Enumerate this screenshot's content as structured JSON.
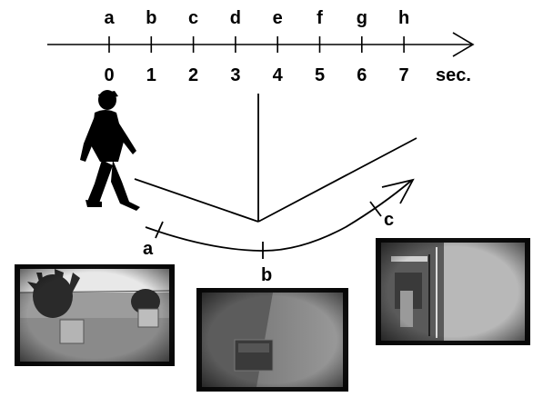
{
  "timeline": {
    "letters": [
      "a",
      "b",
      "c",
      "d",
      "e",
      "f",
      "g",
      "h"
    ],
    "numbers": [
      "0",
      "1",
      "2",
      "3",
      "4",
      "5",
      "6",
      "7"
    ],
    "unit": "sec."
  },
  "path_labels": {
    "a": "a",
    "b": "b",
    "c": "c"
  },
  "figure": {
    "walker_icon": "walking-person-icon"
  }
}
